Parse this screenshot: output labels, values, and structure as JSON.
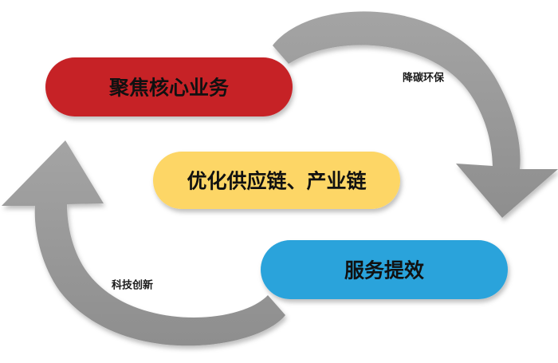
{
  "nodes": {
    "core_business": {
      "label": "聚焦核心业务",
      "color": "#c62127",
      "text_color": "#111111"
    },
    "supply_chain": {
      "label": "优化供应链、产业链",
      "color": "#fdd666",
      "text_color": "#111111"
    },
    "service": {
      "label": "服务提效",
      "color": "#2ba3db",
      "text_color": "#111111"
    }
  },
  "arrows": {
    "right": {
      "label": "降碳环保",
      "direction": "clockwise-down",
      "color": "#9c9c9c"
    },
    "left": {
      "label": "科技创新",
      "direction": "clockwise-up",
      "color": "#9c9c9c"
    }
  }
}
